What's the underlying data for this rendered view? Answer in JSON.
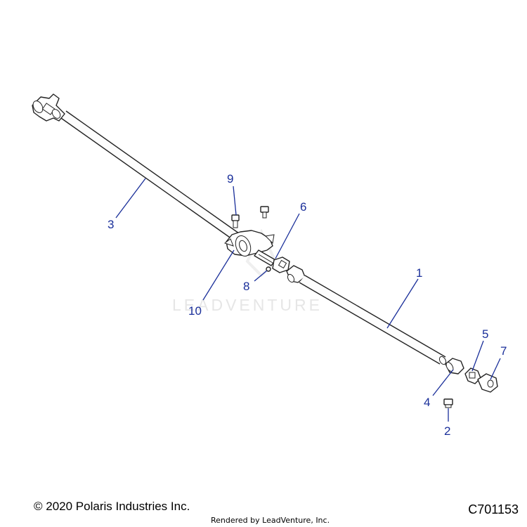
{
  "watermark": "LEADVENTURE",
  "callouts": [
    {
      "id": "1",
      "label": "1"
    },
    {
      "id": "2",
      "label": "2"
    },
    {
      "id": "3",
      "label": "3"
    },
    {
      "id": "4",
      "label": "4"
    },
    {
      "id": "5",
      "label": "5"
    },
    {
      "id": "6",
      "label": "6"
    },
    {
      "id": "7",
      "label": "7"
    },
    {
      "id": "8",
      "label": "8"
    },
    {
      "id": "9",
      "label": "9"
    },
    {
      "id": "10",
      "label": "10"
    }
  ],
  "footer": {
    "copyright": "© 2020 Polaris Industries Inc.",
    "diagram_code": "C701153",
    "rendered_by": "Rendered by LeadVenture, Inc."
  },
  "colors": {
    "callout": "#1a2f9a",
    "line_art": "#222222",
    "watermark": "#e6e6e6"
  }
}
